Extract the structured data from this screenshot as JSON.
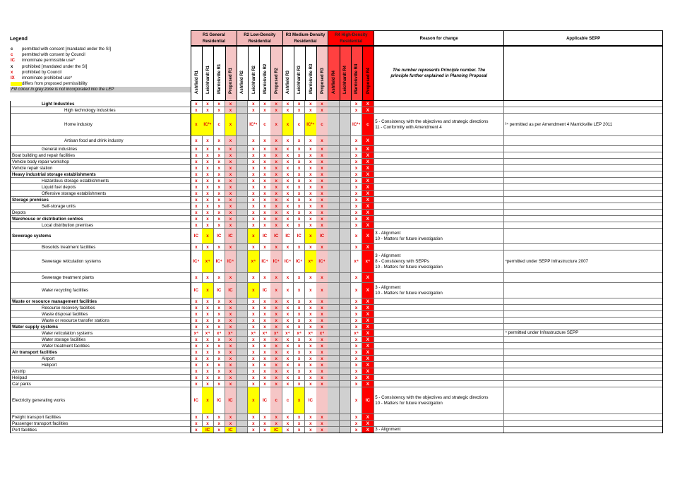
{
  "legend": {
    "title": "Legend",
    "items": [
      {
        "code": "c",
        "text": "permitted with consent [mandated under the SI]",
        "style": "bold"
      },
      {
        "code": "c",
        "text": "permitted with consent by Council",
        "style": "red"
      },
      {
        "code": "IC",
        "text": "innominate permissible use*",
        "style": "red"
      },
      {
        "code": "x",
        "text": "prohibited [mandated under the SI]",
        "style": "bold"
      },
      {
        "code": "x",
        "text": "prohibited by Council",
        "style": "red"
      },
      {
        "code": "IX",
        "text": "innominate prohibited use*",
        "style": "red"
      },
      {
        "code": "",
        "text": "differs from proposed permissibility",
        "style": "swatch"
      },
      {
        "code": "",
        "text": "Fill colour in grey zone is not incorporated into the LEP",
        "style": "grey"
      }
    ]
  },
  "zones": [
    {
      "name": "R1 General Residential",
      "cols": [
        "Ashfield R1",
        "Leichhardt R1",
        "Marrickville R1",
        "Proposed R1"
      ]
    },
    {
      "name": "R2 Low-Density Residential",
      "cols": [
        "Ashfield R2",
        "Leichhardt R2",
        "Marrickville R2",
        "Proposed R2"
      ]
    },
    {
      "name": "R3 Medium-Density Residential",
      "cols": [
        "Ashfield R3",
        "Leichhardt R3",
        "Marrickville R3",
        "Proposed R3"
      ]
    },
    {
      "name": "R4 High-Density Residential",
      "cols": [
        "Ashfield R4",
        "Leichhardt R4",
        "Marrickville R4",
        "Proposed R4"
      ]
    }
  ],
  "headers": {
    "reason": "Reason for change",
    "sepp": "Applicable SEPP",
    "intro_note": "The number represents Principle number. The principle further explained in Planning Proposal"
  },
  "rows": [
    {
      "label": "Light Industries",
      "indent": 2,
      "bold": true,
      "h": 9,
      "v": [
        "x",
        "x",
        "x",
        "x",
        "",
        "x",
        "x",
        "x",
        "x",
        "x",
        "x",
        "x",
        "",
        "",
        "x",
        "X"
      ]
    },
    {
      "label": "High technology industries",
      "indent": 3,
      "h": 9,
      "v": [
        "x",
        "x",
        "x",
        "x",
        "",
        "x",
        "x",
        "x",
        "x",
        "x",
        "x",
        "x",
        "",
        "",
        "x",
        "X"
      ]
    },
    {
      "label": "Home industry",
      "indent": 3,
      "h": 32,
      "v": [
        "x",
        "IC²⁴",
        "c",
        "x",
        "",
        "IC²⁴",
        "c",
        "x",
        "x",
        "c",
        "IC²⁴",
        "c",
        "",
        "",
        "IC²⁴",
        "c"
      ],
      "y": [
        0,
        1,
        3,
        8,
        10
      ],
      "reason": [
        "5 - Consistency with the objectives and strategic directions",
        "11 - Conformity with Amendment 4"
      ],
      "sepp": "²⁴ permitted as per Amendment 4 Marrickville LEP 2011"
    },
    {
      "label": "Artisan food and drink industry",
      "indent": 3,
      "h": 14,
      "v": [
        "x",
        "x",
        "x",
        "x",
        "",
        "x",
        "x",
        "x",
        "x",
        "x",
        "x",
        "x",
        "",
        "",
        "x",
        "X"
      ]
    },
    {
      "label": "General industries",
      "indent": 1,
      "h": 9,
      "v": [
        "x",
        "x",
        "x",
        "x",
        "",
        "x",
        "x",
        "x",
        "x",
        "x",
        "x",
        "x",
        "",
        "",
        "x",
        "X"
      ]
    },
    {
      "label": "Boat building and repair facilities",
      "indent": 0,
      "h": 9,
      "v": [
        "x",
        "x",
        "x",
        "x",
        "",
        "x",
        "x",
        "x",
        "x",
        "x",
        "x",
        "x",
        "",
        "",
        "x",
        "X"
      ]
    },
    {
      "label": "Vehicle body repair workshop",
      "indent": 0,
      "h": 9,
      "v": [
        "x",
        "x",
        "x",
        "x",
        "",
        "x",
        "x",
        "x",
        "x",
        "x",
        "x",
        "x",
        "",
        "",
        "x",
        "X"
      ]
    },
    {
      "label": "Vehicle repair station",
      "indent": 0,
      "h": 9,
      "v": [
        "x",
        "x",
        "x",
        "x",
        "",
        "x",
        "x",
        "x",
        "x",
        "x",
        "x",
        "x",
        "",
        "",
        "x",
        "X"
      ]
    },
    {
      "label": "Heavy industrial storage establishments",
      "indent": 0,
      "bold": true,
      "h": 9,
      "v": [
        "x",
        "x",
        "x",
        "x",
        "",
        "x",
        "x",
        "x",
        "x",
        "x",
        "x",
        "x",
        "",
        "",
        "x",
        "X"
      ]
    },
    {
      "label": "Hazardous storage establishments",
      "indent": 1,
      "h": 9,
      "v": [
        "x",
        "x",
        "x",
        "x",
        "",
        "x",
        "x",
        "x",
        "x",
        "x",
        "x",
        "x",
        "",
        "",
        "x",
        "X"
      ]
    },
    {
      "label": "Liquid fuel depots",
      "indent": 1,
      "h": 9,
      "v": [
        "x",
        "x",
        "x",
        "x",
        "",
        "x",
        "x",
        "x",
        "x",
        "x",
        "x",
        "x",
        "",
        "",
        "x",
        "X"
      ]
    },
    {
      "label": "Offensive storage establishments",
      "indent": 1,
      "h": 9,
      "v": [
        "x",
        "x",
        "x",
        "x",
        "",
        "x",
        "x",
        "x",
        "x",
        "x",
        "x",
        "x",
        "",
        "",
        "x",
        "X"
      ]
    },
    {
      "label": "Storage premises",
      "indent": 0,
      "bold": true,
      "h": 9,
      "v": [
        "x",
        "x",
        "x",
        "x",
        "",
        "x",
        "x",
        "x",
        "x",
        "x",
        "x",
        "x",
        "",
        "",
        "x",
        "X"
      ]
    },
    {
      "label": "Self-storage units",
      "indent": 1,
      "h": 9,
      "v": [
        "x",
        "x",
        "x",
        "x",
        "",
        "x",
        "x",
        "x",
        "x",
        "x",
        "x",
        "x",
        "",
        "",
        "x",
        "X"
      ]
    },
    {
      "label": "Depots",
      "indent": 0,
      "h": 9,
      "v": [
        "x",
        "x",
        "x",
        "x",
        "",
        "x",
        "x",
        "x",
        "x",
        "x",
        "x",
        "x",
        "",
        "",
        "x",
        "X"
      ]
    },
    {
      "label": "Warehouse or distribution centres",
      "indent": 0,
      "bold": true,
      "h": 9,
      "v": [
        "x",
        "x",
        "x",
        "x",
        "",
        "x",
        "x",
        "x",
        "x",
        "x",
        "x",
        "x",
        "",
        "",
        "x",
        "X"
      ]
    },
    {
      "label": "Local distribution premises",
      "indent": 1,
      "h": 9,
      "v": [
        "x",
        "x",
        "x",
        "x",
        "",
        "x",
        "x",
        "x",
        "x",
        "x",
        "x",
        "x",
        "",
        "",
        "x",
        "X"
      ]
    },
    {
      "label": "Sewerage systems",
      "indent": 0,
      "bold": true,
      "h": 22,
      "v": [
        "IC",
        "x",
        "IC",
        "IC",
        "",
        "x",
        "IC",
        "IC",
        "IC",
        "IC",
        "x",
        "IC",
        "",
        "",
        "x",
        "X"
      ],
      "y": [
        1,
        5,
        10
      ],
      "reason": [
        "3 - Alignment",
        "10 - Matters for future investigation"
      ]
    },
    {
      "label": "Biosolids treatment facilities",
      "indent": 1,
      "h": 9,
      "v": [
        "x",
        "x",
        "x",
        "x",
        "",
        "x",
        "x",
        "x",
        "x",
        "x",
        "x",
        "x",
        "",
        "",
        "x",
        "X"
      ]
    },
    {
      "label": "Sewerage reticulation systems",
      "indent": 1,
      "h": 32,
      "v": [
        "IC⁴",
        "x⁴",
        "IC⁴",
        "IC⁴",
        "",
        "x⁴",
        "IC⁴",
        "IC⁴",
        "IC⁴",
        "IC⁴",
        "x⁴",
        "IC⁴",
        "",
        "",
        "x⁴",
        "x⁴"
      ],
      "y": [
        1,
        5,
        10
      ],
      "reason": [
        "3 - Alignment",
        "8 - Consistency with SEPPs",
        "10 - Matters for future investigation"
      ],
      "sepp": "⁴permitted under SEPP Infrastructure 2007"
    },
    {
      "label": "Sewerage treatment plants",
      "indent": 1,
      "h": 14,
      "v": [
        "x",
        "x",
        "x",
        "x",
        "",
        "x",
        "x",
        "x",
        "x",
        "x",
        "x",
        "x",
        "",
        "",
        "x",
        "X"
      ]
    },
    {
      "label": "Water recycling facilities",
      "indent": 1,
      "h": 22,
      "v": [
        "IC",
        "x",
        "IC",
        "IC",
        "",
        "x",
        "IC",
        "x",
        "x",
        "x",
        "x",
        "x",
        "",
        "",
        "x",
        "X"
      ],
      "y": [
        1,
        5
      ],
      "reason": [
        "3 - Alignment",
        "10 - Matters for future investigation"
      ]
    },
    {
      "label": "Waste or resource management facilities",
      "indent": 0,
      "bold": true,
      "h": 9,
      "v": [
        "x",
        "x",
        "x",
        "x",
        "",
        "x",
        "x",
        "x",
        "x",
        "x",
        "x",
        "x",
        "",
        "",
        "x",
        "X"
      ]
    },
    {
      "label": "Resource recovery facilities",
      "indent": 1,
      "h": 9,
      "v": [
        "x",
        "x",
        "x",
        "x",
        "",
        "x",
        "x",
        "x",
        "x",
        "x",
        "x",
        "x",
        "",
        "",
        "x",
        "X"
      ]
    },
    {
      "label": "Waste disposal facilities",
      "indent": 1,
      "h": 9,
      "v": [
        "x",
        "x",
        "x",
        "x",
        "",
        "x",
        "x",
        "x",
        "x",
        "x",
        "x",
        "x",
        "",
        "",
        "x",
        "X"
      ]
    },
    {
      "label": "Waste or resource transfer stations",
      "indent": 1,
      "h": 9,
      "v": [
        "x",
        "x",
        "x",
        "x",
        "",
        "x",
        "x",
        "x",
        "x",
        "x",
        "x",
        "x",
        "",
        "",
        "x",
        "X"
      ]
    },
    {
      "label": "Water supply systems",
      "indent": 0,
      "bold": true,
      "h": 9,
      "v": [
        "x",
        "x",
        "x",
        "x",
        "",
        "x",
        "x",
        "x",
        "x",
        "x",
        "x",
        "x",
        "",
        "",
        "x",
        "X"
      ]
    },
    {
      "label": "Water reticulation systems",
      "indent": 1,
      "h": 9,
      "v": [
        "x⁴",
        "x⁴",
        "x⁴",
        "x⁴",
        "",
        "x⁴",
        "x⁴",
        "x⁴",
        "x⁴",
        "x⁴",
        "x⁴",
        "x⁴",
        "",
        "",
        "x⁴",
        "X"
      ],
      "sepp": "⁴ permitted under Infrastructure SEPP"
    },
    {
      "label": "Water storage facilities",
      "indent": 1,
      "h": 9,
      "v": [
        "x",
        "x",
        "x",
        "x",
        "",
        "x",
        "x",
        "x",
        "x",
        "x",
        "x",
        "x",
        "",
        "",
        "x",
        "X"
      ]
    },
    {
      "label": "Water treatment facilities",
      "indent": 1,
      "h": 9,
      "v": [
        "x",
        "x",
        "x",
        "x",
        "",
        "x",
        "x",
        "x",
        "x",
        "x",
        "x",
        "x",
        "",
        "",
        "x",
        "X"
      ]
    },
    {
      "label": "Air transport facilities",
      "indent": 0,
      "bold": true,
      "h": 9,
      "v": [
        "x",
        "x",
        "x",
        "x",
        "",
        "x",
        "x",
        "x",
        "x",
        "x",
        "x",
        "x",
        "",
        "",
        "x",
        "X"
      ]
    },
    {
      "label": "Airport",
      "indent": 1,
      "h": 9,
      "v": [
        "x",
        "x",
        "x",
        "x",
        "",
        "x",
        "x",
        "x",
        "x",
        "x",
        "x",
        "x",
        "",
        "",
        "x",
        "X"
      ]
    },
    {
      "label": "Heliport",
      "indent": 1,
      "h": 9,
      "v": [
        "x",
        "x",
        "x",
        "x",
        "",
        "x",
        "x",
        "x",
        "x",
        "x",
        "x",
        "x",
        "",
        "",
        "x",
        "X"
      ]
    },
    {
      "label": "Airstrip",
      "indent": 0,
      "h": 9,
      "v": [
        "x",
        "x",
        "x",
        "x",
        "",
        "x",
        "x",
        "x",
        "x",
        "x",
        "x",
        "x",
        "",
        "",
        "x",
        "X"
      ]
    },
    {
      "label": "Helipad",
      "indent": 0,
      "h": 9,
      "v": [
        "x",
        "x",
        "x",
        "x",
        "",
        "x",
        "x",
        "x",
        "x",
        "x",
        "x",
        "x",
        "",
        "",
        "x",
        "X"
      ]
    },
    {
      "label": "Car parks",
      "indent": 0,
      "h": 9,
      "v": [
        "x",
        "x",
        "x",
        "x",
        "",
        "x",
        "x",
        "x",
        "x",
        "x",
        "x",
        "x",
        "",
        "",
        "x",
        "X"
      ]
    },
    {
      "label": "Electricity generating works",
      "indent": 0,
      "h": 38,
      "v": [
        "IC",
        "x",
        "IC",
        "IC",
        "",
        "x",
        "IC",
        "c",
        "c",
        "x",
        "IC",
        "",
        "",
        "",
        "x",
        "IC"
      ],
      "y": [
        1,
        5,
        9
      ],
      "reason": [
        "5 - Consistency with the objectives and strategic directions",
        "10 - Matters for future investigation"
      ]
    },
    {
      "label": "Freight transport facilities",
      "indent": 0,
      "h": 9,
      "v": [
        "x",
        "x",
        "x",
        "x",
        "",
        "x",
        "x",
        "x",
        "x",
        "x",
        "x",
        "x",
        "",
        "",
        "x",
        "X"
      ]
    },
    {
      "label": "Passenger transport facilities",
      "indent": 0,
      "h": 9,
      "v": [
        "x",
        "x",
        "x",
        "x",
        "",
        "x",
        "x",
        "x",
        "x",
        "x",
        "x",
        "x",
        "",
        "",
        "x",
        "X"
      ]
    },
    {
      "label": "Port facilities",
      "indent": 0,
      "h": 9,
      "v": [
        "x",
        "IC",
        "x",
        "IC",
        "",
        "x",
        "x",
        "IC",
        "x",
        "x",
        "x",
        "x",
        "",
        "",
        "x",
        "X"
      ],
      "y": [
        1,
        3,
        7
      ],
      "reason": [
        "3 - Alignment"
      ]
    }
  ]
}
